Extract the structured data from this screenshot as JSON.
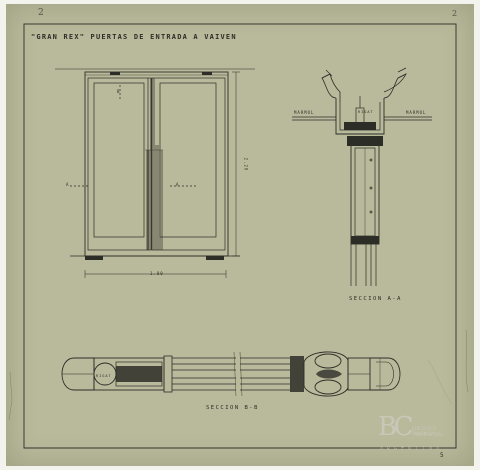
{
  "sheet": {
    "title": "\"GRAN REX\" PUERTAS DE ENTRADA A VAIVEN",
    "section_a_label": "SECCION A-A",
    "section_b_label": "SECCION B-B",
    "dimension_width": "1.80",
    "dimension_height": "2.20",
    "material_left": "MARMOL",
    "material_right": "MARMOL",
    "pivot_label_a": "RIGAT",
    "pivot_label_b": "RIGAT",
    "cut_mark_a_left": "A",
    "cut_mark_a_right": "A",
    "cut_mark_b": "B",
    "corner_note_left": "2",
    "corner_note_right": "2",
    "sheet_number": "5"
  },
  "stamp": {
    "logo": "BC",
    "line1": "BIBLIOTECA PROVINCIAL",
    "line2": "ARQUITECTURA",
    "line3": "ARGENTINA"
  },
  "colors": {
    "paper": "#b9b99b",
    "ink": "#2d2d28",
    "stamp": "#d6d6d0"
  }
}
